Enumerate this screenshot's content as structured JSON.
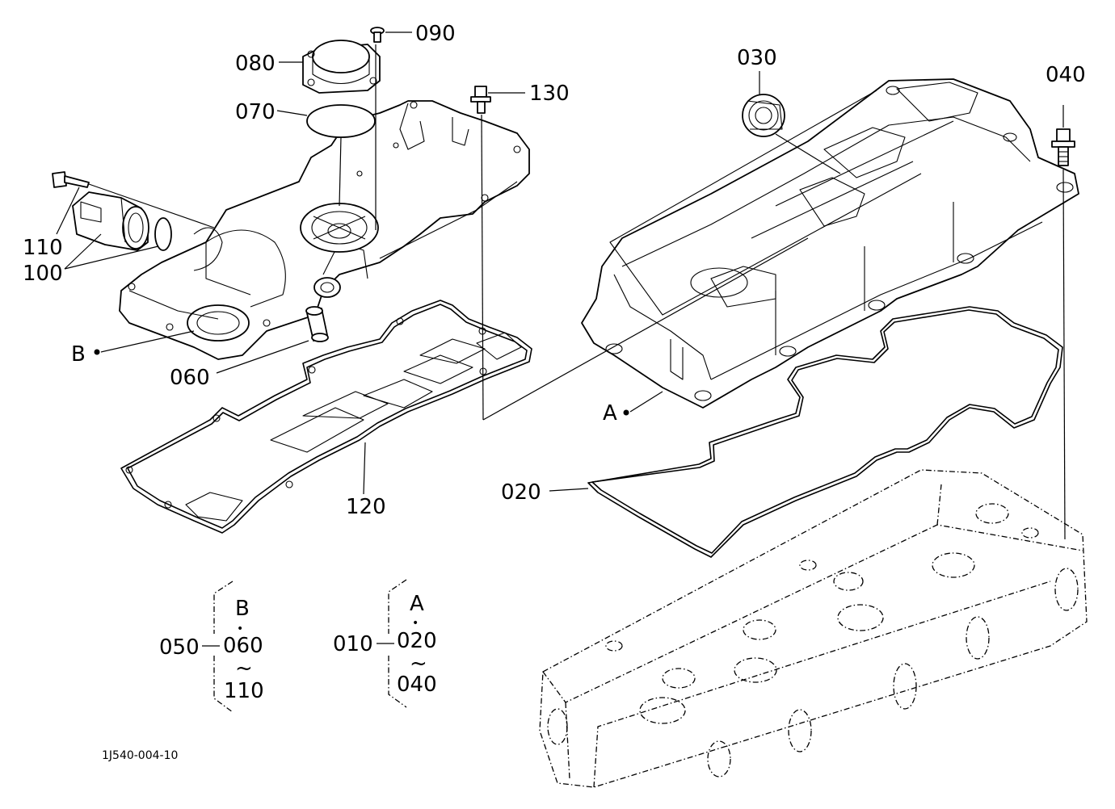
{
  "callouts": {
    "p090": "090",
    "p080": "080",
    "p070": "070",
    "p130": "130",
    "p030": "030",
    "p040": "040",
    "p110": "110",
    "p100": "100",
    "pB": "B",
    "p060": "060",
    "p120": "120",
    "pA": "A",
    "p020": "020"
  },
  "groups": {
    "b050": {
      "code": "050",
      "letter": "B",
      "dot": "•",
      "from": "060",
      "tilde": "~",
      "to": "110"
    },
    "b010": {
      "code": "010",
      "letter": "A",
      "dot": "•",
      "from": "020",
      "tilde": "~",
      "to": "040"
    }
  },
  "drawing_code": "1J540-004-10"
}
